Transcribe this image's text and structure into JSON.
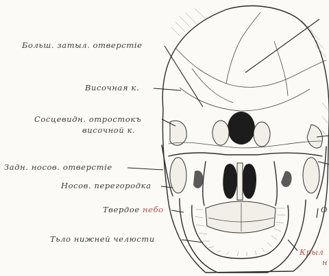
{
  "labels": {
    "foramen_magnum": "Больш. затыл. отверстіе",
    "temporal_bone": "Височная к.",
    "mastoid_l1": "Сосцевидн. отростокъ",
    "mastoid_l2": "височной к.",
    "choanae": "Задн. носов. отверстіе",
    "septum": "Носов. перегородка",
    "palate_a": "Твердое",
    "palate_b": "небо",
    "mandible_body": "Тьло нижней челюсти",
    "right_partial": "О",
    "pterygoid_l1": "Крыл",
    "pterygoid_l2": "н"
  },
  "colors": {
    "ink": "#2a2a2a",
    "label_text": "#3a3a3a",
    "accent_red": "#b9493f",
    "paper": "#fbfaf6"
  }
}
